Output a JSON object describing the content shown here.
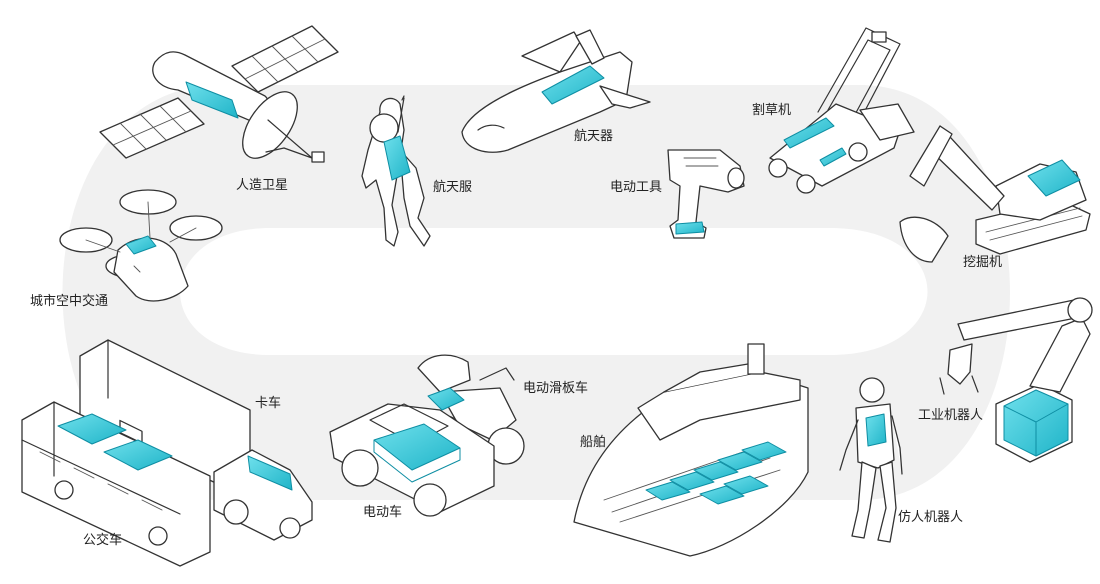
{
  "accent_color": "#27c3d6",
  "track_color": "#f1f1f1",
  "applications": [
    {
      "id": "satellite",
      "label": "人造卫星",
      "icon": "satellite-icon"
    },
    {
      "id": "spacesuit",
      "label": "航天服",
      "icon": "astronaut-icon"
    },
    {
      "id": "spacecraft",
      "label": "航天器",
      "icon": "space-shuttle-icon"
    },
    {
      "id": "power-tool",
      "label": "电动工具",
      "icon": "power-drill-icon"
    },
    {
      "id": "lawn-mower",
      "label": "割草机",
      "icon": "lawn-mower-icon"
    },
    {
      "id": "excavator",
      "label": "挖掘机",
      "icon": "excavator-icon"
    },
    {
      "id": "air-mobility",
      "label": "城市空中交通",
      "icon": "drone-taxi-icon"
    },
    {
      "id": "industrial-robot",
      "label": "工业机器人",
      "icon": "robot-arm-icon"
    },
    {
      "id": "truck",
      "label": "卡车",
      "icon": "truck-icon"
    },
    {
      "id": "e-scooter",
      "label": "电动滑板车",
      "icon": "scooter-icon"
    },
    {
      "id": "ship",
      "label": "船舶",
      "icon": "cruise-ship-icon"
    },
    {
      "id": "electric-car",
      "label": "电动车",
      "icon": "electric-car-icon"
    },
    {
      "id": "bus",
      "label": "公交车",
      "icon": "bus-icon"
    },
    {
      "id": "humanoid",
      "label": "仿人机器人",
      "icon": "humanoid-robot-icon"
    }
  ]
}
